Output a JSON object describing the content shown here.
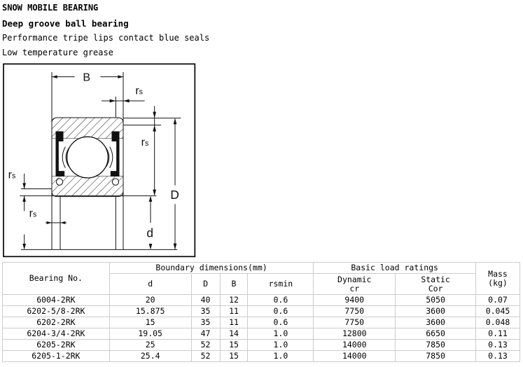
{
  "heading": {
    "title": "SNOW MOBILE BEARING",
    "subtitle": "Deep groove ball bearing",
    "line1": "Performance tripe lips contact blue seals",
    "line2": "Low temperature grease"
  },
  "diagram": {
    "label_B": "B",
    "label_rs": "r",
    "label_rs_sub": "s",
    "label_D": "D",
    "label_d": "d"
  },
  "table": {
    "headers": {
      "bearing_no": "Bearing No.",
      "boundary": "Boundary dimensions(mm)",
      "load": "Basic load ratings",
      "mass": "Mass",
      "mass_unit": "(kg)",
      "d": "d",
      "D": "D",
      "B": "B",
      "rsmin": "rsmin",
      "dynamic": "Dynamic",
      "cr": "cr",
      "static": "Static",
      "cor": "Cor"
    },
    "rows": [
      [
        "6004-2RK",
        "20",
        "40",
        "12",
        "0.6",
        "9400",
        "5050",
        "0.07"
      ],
      [
        "6202-5/8-2RK",
        "15.875",
        "35",
        "11",
        "0.6",
        "7750",
        "3600",
        "0.045"
      ],
      [
        "6202-2RK",
        "15",
        "35",
        "11",
        "0.6",
        "7750",
        "3600",
        "0.048"
      ],
      [
        "6204-3/4-2RK",
        "19.05",
        "47",
        "14",
        "1.0",
        "12800",
        "6650",
        "0.11"
      ],
      [
        "6205-2RK",
        "25",
        "52",
        "15",
        "1.0",
        "14000",
        "7850",
        "0.13"
      ],
      [
        "6205-1-2RK",
        "25.4",
        "52",
        "15",
        "1.0",
        "14000",
        "7850",
        "0.13"
      ]
    ]
  }
}
